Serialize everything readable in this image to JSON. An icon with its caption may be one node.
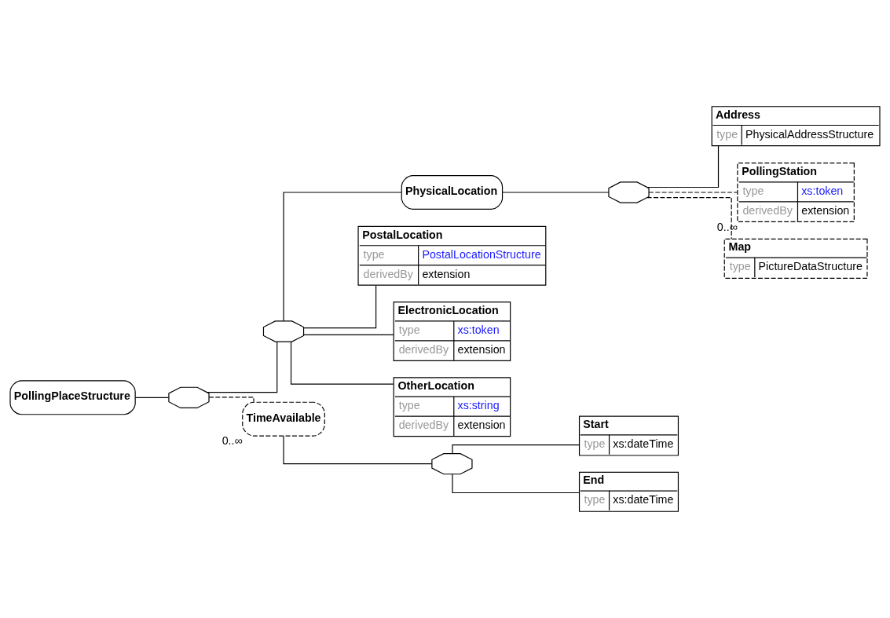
{
  "diagram": {
    "nodes": [
      {
        "text": [
          "PollingPlaceStructure"
        ]
      },
      {
        "text": [],
        "shape": "octagon"
      },
      {
        "text": [],
        "shape": "octagon"
      },
      {
        "text": [
          "PhysicalLocation"
        ]
      },
      {
        "text": [],
        "shape": "octagon"
      },
      {
        "text": [
          "Address",
          "type",
          "PhysicalAddressStructure"
        ]
      },
      {
        "text": [
          "PollingStation",
          "type",
          "xs:token",
          "derivedBy",
          "extension"
        ],
        "beside": [
          "0..∞"
        ]
      },
      {
        "text": [
          "Map",
          "type",
          "PictureDataStructure"
        ]
      },
      {
        "text": [
          "PostalLocation",
          "type",
          "PostalLocationStructure",
          "derivedBy",
          "extension"
        ]
      },
      {
        "text": [
          "ElectronicLocation",
          "type",
          "xs:token",
          "derivedBy",
          "extension"
        ]
      },
      {
        "text": [
          "OtherLocation",
          "type",
          "xs:string",
          "derivedBy",
          "extension"
        ]
      },
      {
        "text": [
          "TimeAvailable"
        ],
        "beside": [
          "0..∞"
        ]
      },
      {
        "text": [],
        "shape": "octagon"
      },
      {
        "text": [
          "Start",
          "type",
          "xs:dateTime"
        ]
      },
      {
        "text": [
          "End",
          "type",
          "xs:dateTime"
        ]
      }
    ],
    "edges": [
      {
        "from": 0,
        "to": 1,
        "arrow": "none"
      },
      {
        "from": 1,
        "to": 2,
        "arrow": "none"
      },
      {
        "from": 1,
        "to": 11,
        "arrow": "none",
        "style": "dashed"
      },
      {
        "from": 2,
        "to": 3,
        "arrow": "none"
      },
      {
        "from": 2,
        "to": 8,
        "arrow": "none"
      },
      {
        "from": 2,
        "to": 9,
        "arrow": "none"
      },
      {
        "from": 2,
        "to": 10,
        "arrow": "none"
      },
      {
        "from": 3,
        "to": 4,
        "arrow": "none"
      },
      {
        "from": 4,
        "to": 5,
        "arrow": "none"
      },
      {
        "from": 4,
        "to": 6,
        "arrow": "none",
        "style": "dashed"
      },
      {
        "from": 4,
        "to": 7,
        "arrow": "none",
        "style": "dashed"
      },
      {
        "from": 11,
        "to": 12,
        "arrow": "none"
      },
      {
        "from": 12,
        "to": 13,
        "arrow": "none"
      },
      {
        "from": 12,
        "to": 14,
        "arrow": "none"
      }
    ]
  }
}
